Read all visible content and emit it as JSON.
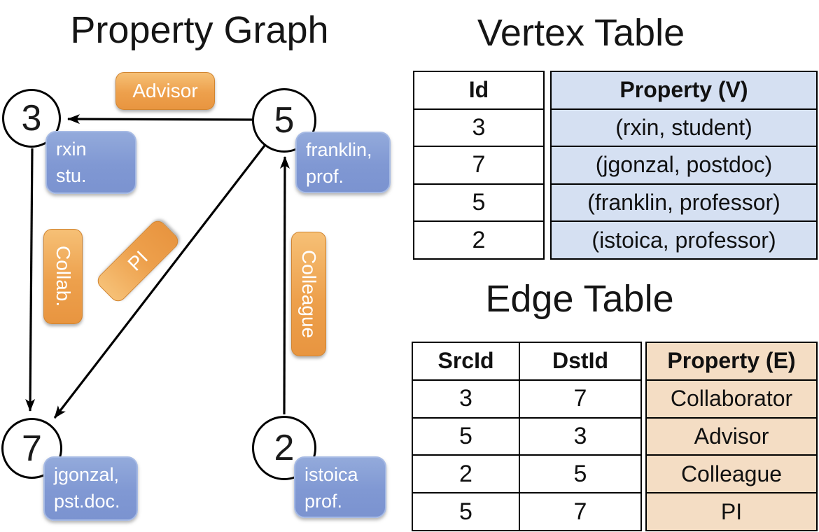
{
  "graph": {
    "title": "Property Graph",
    "nodes": [
      {
        "id": "3",
        "label_lines": [
          "rxin",
          "stu."
        ]
      },
      {
        "id": "5",
        "label_lines": [
          "franklin,",
          "prof."
        ]
      },
      {
        "id": "7",
        "label_lines": [
          "jgonzal,",
          "pst.doc."
        ]
      },
      {
        "id": "2",
        "label_lines": [
          "istoica",
          "prof."
        ]
      }
    ],
    "edge_labels": {
      "advisor": "Advisor",
      "collab": "Collab.",
      "pi": "PI",
      "colleague": "Colleague"
    }
  },
  "vertex_table": {
    "title": "Vertex Table",
    "columns": {
      "id": "Id",
      "property": "Property (V)"
    },
    "rows": [
      {
        "id": "3",
        "property": "(rxin, student)"
      },
      {
        "id": "7",
        "property": "(jgonzal, postdoc)"
      },
      {
        "id": "5",
        "property": "(franklin, professor)"
      },
      {
        "id": "2",
        "property": "(istoica, professor)"
      }
    ]
  },
  "edge_table": {
    "title": "Edge Table",
    "columns": {
      "src": "SrcId",
      "dst": "DstId",
      "property": "Property (E)"
    },
    "rows": [
      {
        "src": "3",
        "dst": "7",
        "property": "Collaborator"
      },
      {
        "src": "5",
        "dst": "3",
        "property": "Advisor"
      },
      {
        "src": "2",
        "dst": "5",
        "property": "Colleague"
      },
      {
        "src": "5",
        "dst": "7",
        "property": "PI"
      }
    ]
  },
  "colors": {
    "edge_pill_top": "#f6c076",
    "edge_pill_bottom": "#e89540",
    "edge_pill_border": "#d18531",
    "vertex_box_top": "#93aadb",
    "vertex_box_bottom": "#7b93d0",
    "vertex_box_border": "#a6bae4",
    "vertex_property_fill": "#d5e0f2",
    "edge_property_fill": "#f4ddc4",
    "edge_line": "#000000"
  }
}
